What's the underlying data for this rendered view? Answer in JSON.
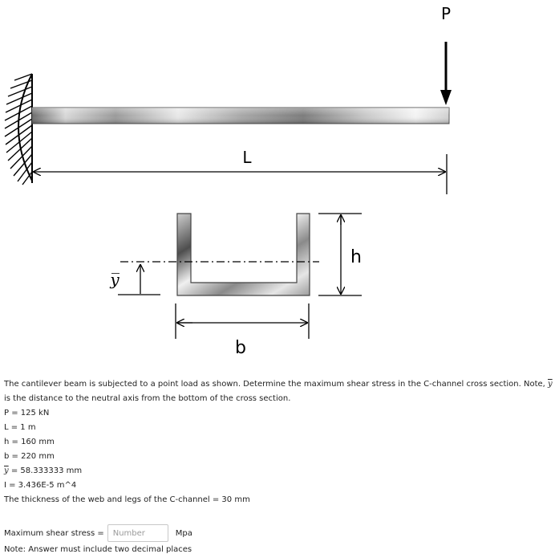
{
  "figure": {
    "load_label": "P",
    "length_label": "L",
    "height_label": "h",
    "width_label": "b",
    "centroid_label": "y̅"
  },
  "problem": {
    "intro_part1": "The cantilever beam is subjected to a point load as shown.  Determine the maximum shear stress in the C-channel cross section.  Note, ",
    "intro_symbol": "y",
    "intro_part2": " is the distance to the neutral axis from the bottom of the cross section.",
    "given": [
      {
        "label": "P = 125 kN"
      },
      {
        "label": "L = 1 m"
      },
      {
        "label": "h = 160 mm"
      },
      {
        "label": "b = 220 mm"
      },
      {
        "symbol": "y",
        "label": " = 58.333333 mm"
      },
      {
        "label": "I = 3.436E-5 m^4"
      },
      {
        "label": "The thickness of the web and legs of the C-channel = 30 mm"
      }
    ]
  },
  "answer": {
    "label": "Maximum shear stress = ",
    "placeholder": "Number",
    "unit": "Mpa",
    "note": "Note: Answer must include two decimal places"
  },
  "colors": {
    "metal_dark": "#5a5a5a",
    "metal_light": "#f2f2f2",
    "line": "#000000",
    "input_border": "#c8c8c8"
  }
}
